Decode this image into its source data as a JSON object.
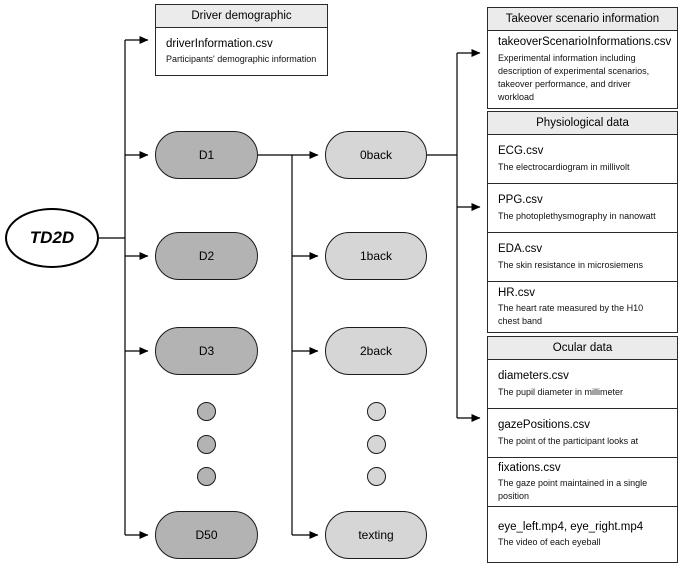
{
  "root_label": "TD2D",
  "driver_demographic": {
    "header": "Driver demographic",
    "files": [
      {
        "name": "driverInformation.csv",
        "desc": "Participants' demographic information"
      }
    ]
  },
  "driver_nodes": [
    "D1",
    "D2",
    "D3",
    "D50"
  ],
  "task_nodes": [
    "0back",
    "1back",
    "2back",
    "texting"
  ],
  "sections": [
    {
      "header": "Takeover scenario information",
      "files": [
        {
          "name": "takeoverScenarioInformations.csv",
          "desc": "Experimental information including description of experimental scenarios, takeover performance, and driver workload"
        }
      ]
    },
    {
      "header": "Physiological data",
      "files": [
        {
          "name": "ECG.csv",
          "desc": "The electrocardiogram in millivolt"
        },
        {
          "name": "PPG.csv",
          "desc": "The photoplethysmography in nanowatt"
        },
        {
          "name": "EDA.csv",
          "desc": "The skin resistance in microsiemens"
        },
        {
          "name": "HR.csv",
          "desc": "The heart rate measured by the H10 chest band"
        }
      ]
    },
    {
      "header": "Ocular data",
      "files": [
        {
          "name": "diameters.csv",
          "desc": "The pupil diameter in millimeter"
        },
        {
          "name": "gazePositions.csv",
          "desc": "The point of the participant looks at"
        },
        {
          "name": "fixations.csv",
          "desc": "The gaze point maintained in a single position"
        },
        {
          "name": "eye_left.mp4, eye_right.mp4",
          "desc": "The video of each eyeball"
        }
      ]
    }
  ],
  "colors": {
    "driver_node_fill": "#b3b3b3",
    "task_node_fill": "#d6d6d6",
    "header_fill": "#ebebeb",
    "line": "#000000"
  }
}
